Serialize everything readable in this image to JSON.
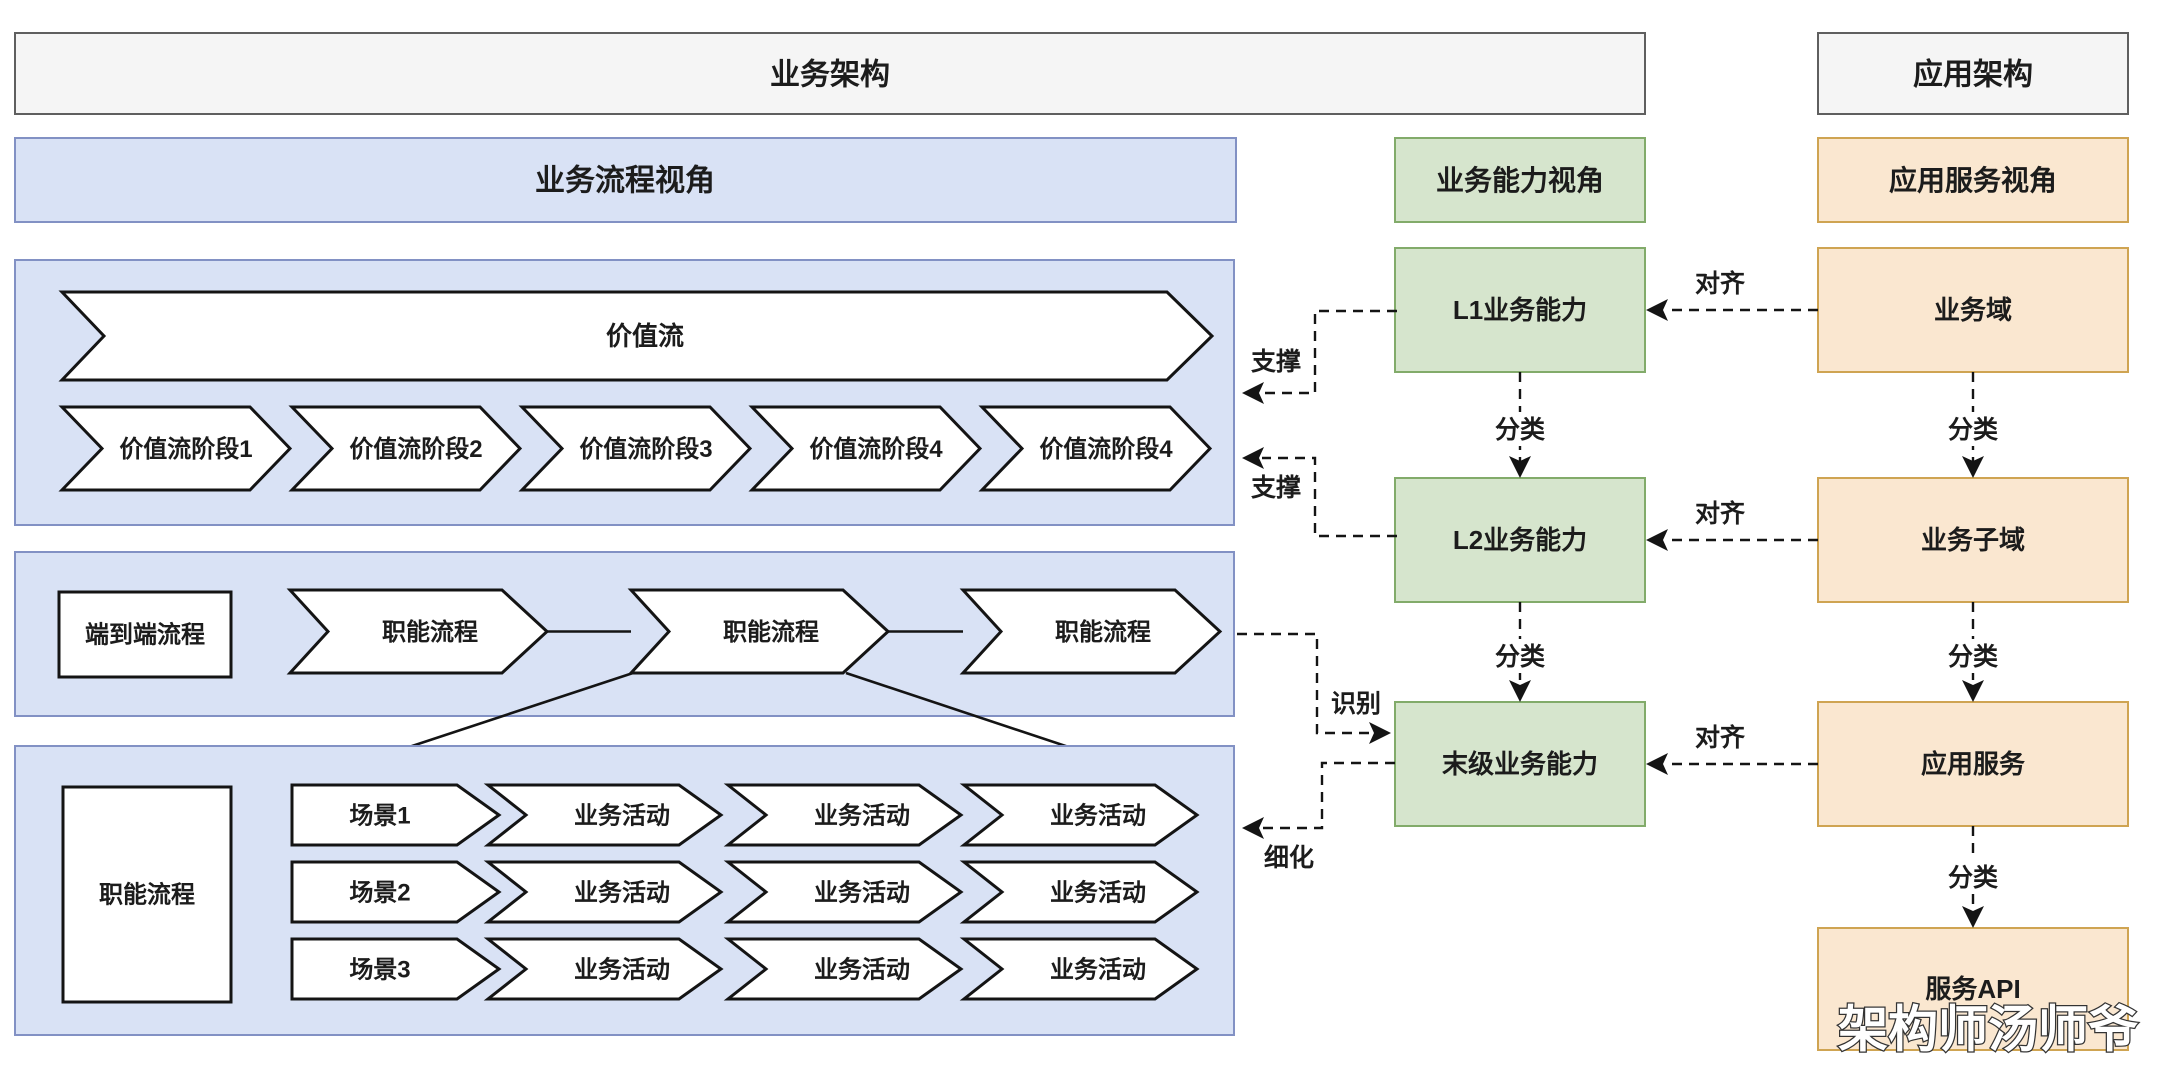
{
  "title_headers": {
    "business_architecture": "业务架构",
    "application_architecture": "应用架构"
  },
  "view_headers": {
    "business_process_view": "业务流程视角",
    "business_capability_view": "业务能力视角",
    "application_service_view": "应用服务视角"
  },
  "value_stream_panel": {
    "value_stream": "价值流",
    "stages": [
      "价值流阶段1",
      "价值流阶段2",
      "价值流阶段3",
      "价值流阶段4",
      "价值流阶段4"
    ]
  },
  "functional_process_panel": {
    "end_to_end": "端到端流程",
    "functional_processes": [
      "职能流程",
      "职能流程",
      "职能流程"
    ]
  },
  "scenario_panel": {
    "functional_process": "职能流程",
    "rows": [
      {
        "scene": "场景1",
        "activities": [
          "业务活动",
          "业务活动",
          "业务活动"
        ]
      },
      {
        "scene": "场景2",
        "activities": [
          "业务活动",
          "业务活动",
          "业务活动"
        ]
      },
      {
        "scene": "场景3",
        "activities": [
          "业务活动",
          "业务活动",
          "业务活动"
        ]
      }
    ]
  },
  "capability_column": {
    "levels": [
      "L1业务能力",
      "L2业务能力",
      "末级业务能力"
    ]
  },
  "service_column": {
    "levels": [
      "业务域",
      "业务子域",
      "应用服务",
      "服务API"
    ]
  },
  "edge_labels": {
    "align": "对齐",
    "classify": "分类",
    "support": "支撑",
    "identify": "识别",
    "refine": "细化"
  },
  "watermark": "架构师汤师爷",
  "colors": {
    "header_fill": "#f5f5f5",
    "header_stroke": "#5f5f5f",
    "blue_fill": "#d9e2f5",
    "blue_stroke": "#8291c4",
    "green_fill": "#d6e5cd",
    "green_stroke": "#82ab6a",
    "orange_fill": "#fae7d0",
    "orange_stroke": "#cfa452",
    "line": "#141414"
  }
}
